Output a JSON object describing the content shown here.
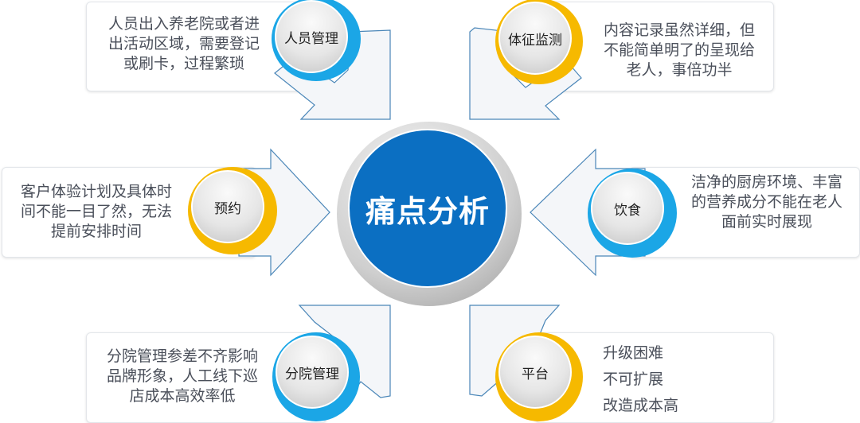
{
  "center": {
    "title": "痛点分析",
    "color": "#0b6fc2"
  },
  "colors": {
    "blue_ring": "#1ba6e6",
    "yellow_ring": "#f6b900",
    "arrow_stroke": "#4a86b8",
    "arrow_fill": "#f4f6f9"
  },
  "items": [
    {
      "label": "人员管理",
      "ring": "blue",
      "position": "top-left",
      "description": "人员出入养老院或者进\n出活动区域，需要登记\n或刷卡，过程繁琐"
    },
    {
      "label": "体征监测",
      "ring": "yellow",
      "position": "top-right",
      "description": "内容记录虽然详细，但\n不能简单明了的呈现给\n老人，事倍功半"
    },
    {
      "label": "预约",
      "ring": "yellow",
      "position": "middle-left",
      "description": "客户体验计划及具体时\n间不能一目了然，无法\n提前安排时间"
    },
    {
      "label": "饮食",
      "ring": "blue",
      "position": "middle-right",
      "description": "洁净的厨房环境、丰富\n的营养成分不能在老人\n面前实时展现"
    },
    {
      "label": "分院管理",
      "ring": "blue",
      "position": "bottom-left",
      "description": "分院管理参差不齐影响\n品牌形象，人工线下巡\n店成本高效率低"
    },
    {
      "label": "平台",
      "ring": "yellow",
      "position": "bottom-right",
      "description": "升级困难\n不可扩展\n改造成本高"
    }
  ]
}
